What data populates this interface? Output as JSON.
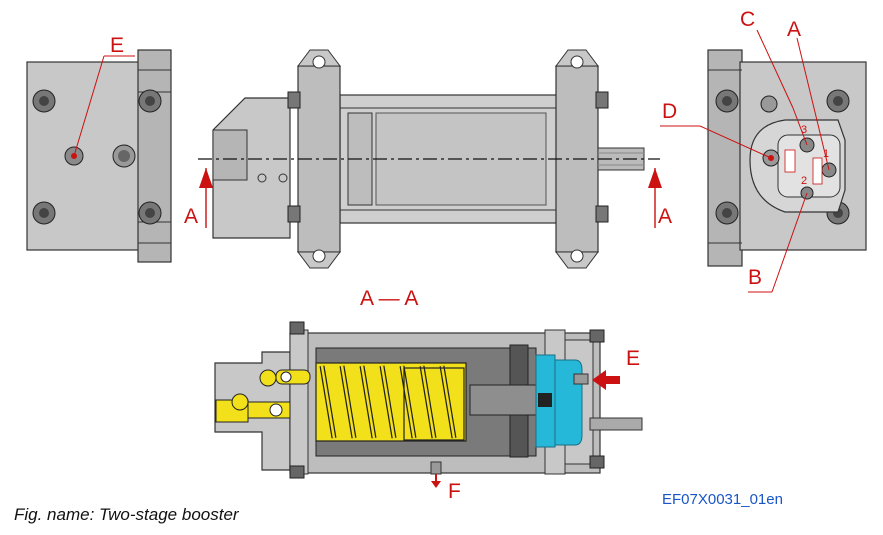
{
  "labels": {
    "E_top": "E",
    "A_left": "A",
    "A_right": "A",
    "section": "A — A",
    "C": "C",
    "A_corner": "A",
    "D": "D",
    "B": "B",
    "num1": "1",
    "num2": "2",
    "num3": "3",
    "E_bottom": "E",
    "F": "F"
  },
  "caption": "Fig. name: Two-stage booster",
  "doc_id": "EF07X0031_01en",
  "colors": {
    "body": "#c8c8c8",
    "body_dark": "#9a9a9a",
    "outline": "#333333",
    "accent_red": "#cc1111",
    "spring_yellow": "#f2e01a",
    "chamber_cyan": "#25b8d8",
    "doc_blue": "#1a55c8"
  }
}
